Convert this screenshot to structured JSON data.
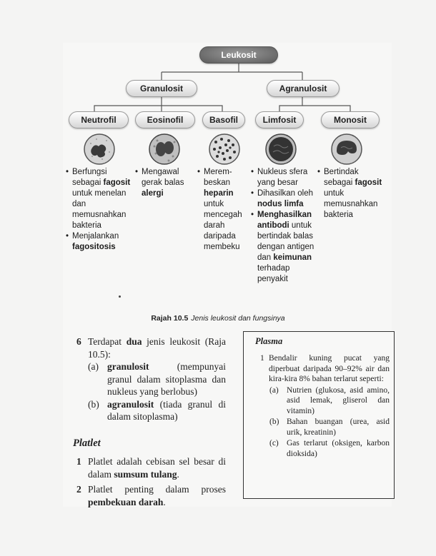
{
  "diagram": {
    "root": "Leukosit",
    "granulosit": "Granulosit",
    "agranulosit": "Agranulosit",
    "cells": [
      "Neutrofil",
      "Eosinofil",
      "Basofil",
      "Limfosit",
      "Monosit"
    ]
  },
  "descriptions": {
    "neutrofil": {
      "b1_pre": "Berfungsi sebagai ",
      "b1_bold": "fagosit",
      "b1_post": " untuk menelan dan memusnahkan bakteria",
      "b2_pre": "Menjalankan ",
      "b2_bold": "fagositosis"
    },
    "eosinofil": {
      "b1_pre": "Mengawal gerak balas ",
      "b1_bold": "alergi"
    },
    "basofil": {
      "b1_pre": "Merem­beskan ",
      "b1_bold": "heparin",
      "b1_post": " untuk mencegah darah daripada membeku"
    },
    "limfosit": {
      "b1": "Nukleus sfera yang besar",
      "b2_pre": "Dihasilkan oleh ",
      "b2_bold": "nodus limfa",
      "b3_bold": "Menghasilkan antibodi",
      "b3_mid": " untuk bertindak balas dengan antigen dan ",
      "b3_bold2": "keimunan",
      "b3_post": " terhadap penyakit"
    },
    "monosit": {
      "b1_pre": "Bertindak sebagai ",
      "b1_bold": "fagosit",
      "b1_post": " untuk memusnahkan bakteria"
    }
  },
  "caption": {
    "label": "Rajah 10.5",
    "text": "Jenis leukosit dan fungsinya"
  },
  "left_text": {
    "item6": {
      "number": "6",
      "pre": "Terdapat ",
      "bold": "dua",
      "post": " jenis leukosit (Raja 10.5):",
      "a_label": "(a)",
      "a_bold": "granulosit",
      "a_text": " (mempunyai granul dalam sitoplasma dan nukleus yang berlobus)",
      "b_label": "(b)",
      "b_bold": "agranulosit",
      "b_text": " (tiada granul di dalam sitoplasma)"
    },
    "platlet_heading": "Platlet",
    "item1": {
      "number": "1",
      "pre": "Platlet adalah cebisan sel besar di dalam ",
      "bold": "sumsum tulang",
      "post": "."
    },
    "item2": {
      "number": "2",
      "pre": "Platlet penting dalam proses ",
      "bold": "pembekuan darah",
      "post": "."
    }
  },
  "plasma_box": {
    "title": "Plasma",
    "number": "1",
    "intro": "Bendalir kuning pucat yang diperbuat daripada 90–92% air dan kira-kira 8% bahan terlarut seperti:",
    "items": [
      {
        "label": "(a)",
        "text": "Nutrien (glukosa, asid amino, asid lemak, gliserol dan vitamin)"
      },
      {
        "label": "(b)",
        "text": "Bahan buangan (urea, asid urik, kreatinin)"
      },
      {
        "label": "(c)",
        "text": "Gas terlarut (oksigen, karbon dioksida)"
      }
    ]
  }
}
